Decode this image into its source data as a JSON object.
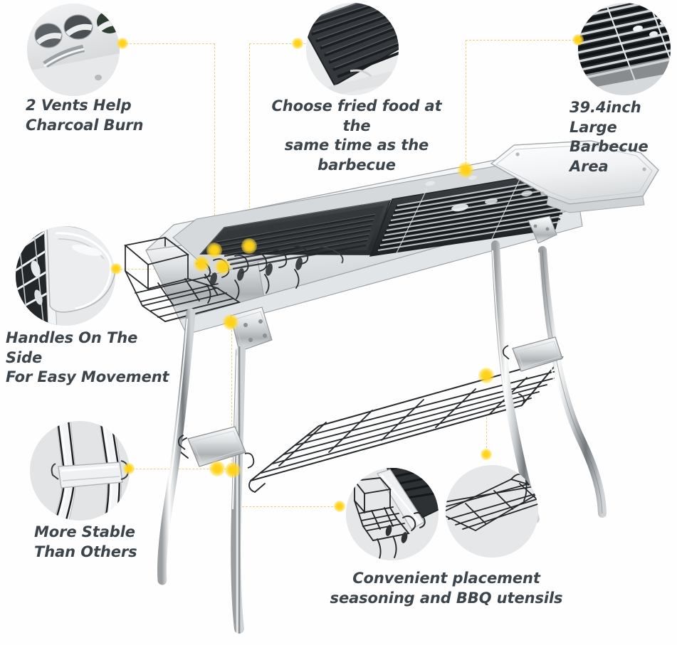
{
  "page": {
    "title": "Portable Stainless Steel Charcoal BBQ Grill Feature Infographic",
    "background_color": "#ffffff",
    "accent_color": "#ffd21a",
    "dash_color": "#e8d27e",
    "text_color": "#3c444c",
    "bubble_fill": "#e3e5e6"
  },
  "callouts": [
    {
      "id": "vents",
      "label": "2 Vents Help\nCharcoal Burn",
      "bubble_icon": "vent-holes-closeup",
      "align": "left"
    },
    {
      "id": "fried-food",
      "label": "Choose fried food at the\nsame time as the barbecue",
      "bubble_icon": "griddle-plate-closeup",
      "align": "center"
    },
    {
      "id": "barbecue-area",
      "label": "39.4inch Large\nBarbecue Area",
      "bubble_icon": "grill-grate-closeup",
      "align": "left"
    },
    {
      "id": "handles",
      "label": "Handles On The Side\nFor Easy Movement",
      "bubble_icon": "side-handle-closeup",
      "align": "left"
    },
    {
      "id": "stability",
      "label": "More Stable\nThan Others",
      "bubble_icon": "leg-crossbar-closeup",
      "align": "left"
    },
    {
      "id": "utensils",
      "label": "Convenient placement\nseasoning and BBQ utensils",
      "bubble_icon": "side-basket-closeup",
      "bubble_icon_2": "lower-wire-shelf-closeup",
      "align": "center"
    }
  ],
  "product": {
    "name": "folding-charcoal-barbecue-grill",
    "parts": [
      "grill-grate",
      "griddle-plate",
      "side-table",
      "side-wire-basket",
      "lower-wire-shelf",
      "folding-legs",
      "leg-crossbar",
      "hinge-bracket"
    ]
  }
}
